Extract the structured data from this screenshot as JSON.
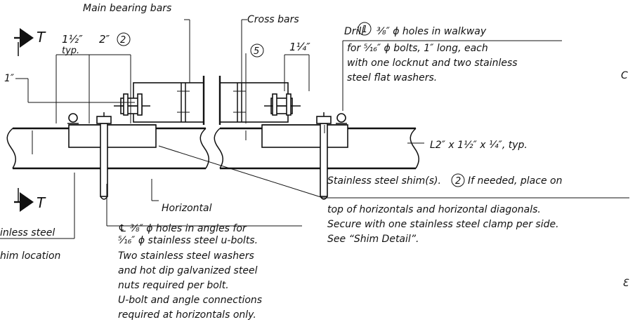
{
  "labels": {
    "main_bearing_bars": "Main bearing bars",
    "cross_bars": "Cross bars",
    "section_letter_top": "T",
    "section_letter_bottom": "T",
    "dim_one_and_half": "1½″",
    "dim_typ": "typ.",
    "dim_two": "2″",
    "dim_one_inch": "1″",
    "dim_quarter_top": "1¼″",
    "callout_2": "2",
    "callout_5": "5",
    "horizontal": "Horizontal",
    "angle_label": "L2″ x 1½″ x ¼″, typ.",
    "cut_right_c": "C",
    "cut_right_glyph": "Ɛ"
  },
  "notes": {
    "drill_line1_prefix": "Drill",
    "drill_callout": "1",
    "drill_line1_rest": "⅜″ ϕ holes in walkway",
    "drill_line2": "for ⁵⁄₁₆″ ϕ bolts, 1″ long, each",
    "drill_line3": "with one locknut and two stainless",
    "drill_line4": "steel flat washers.",
    "shim_line1_a": "Stainless steel shim(s).",
    "shim_callout": "2",
    "shim_line1_b": "If needed, place on",
    "shim_line2": "top of horizontals and horizontal diagonals.",
    "shim_line3": "Secure with one stainless steel clamp per side.",
    "shim_line4": "See “Shim Detail”.",
    "ubolt_line1": "℄ ⅜″ ϕ holes in angles for",
    "ubolt_line2": "⁵⁄₁₆″ ϕ stainless steel u-bolts.",
    "ubolt_line3": "Two stainless steel washers",
    "ubolt_line4": "and hot dip galvanized steel",
    "ubolt_line5": "nuts required  per bolt.",
    "ubolt_line6": "U-bolt and angle connections",
    "ubolt_line7": "required at horizontals only.",
    "left_line1": "inless steel",
    "left_line2": "him location"
  }
}
